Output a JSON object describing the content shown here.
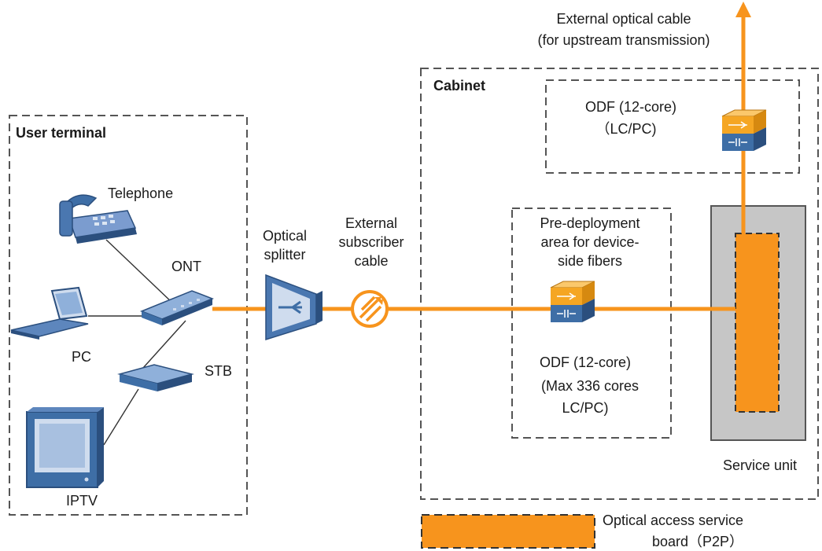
{
  "colors": {
    "fiber": "#f7941d",
    "device_blue": "#3e6ea6",
    "device_dark": "#2b4f7e",
    "odf_top": "#f5a623",
    "service_unit_fill": "#c6c6c6",
    "border_dash": "#555555"
  },
  "user_terminal": {
    "title": "User terminal",
    "telephone_label": "Telephone",
    "ont_label": "ONT",
    "pc_label": "PC",
    "stb_label": "STB",
    "iptv_label": "IPTV"
  },
  "splitter": {
    "label_line1": "Optical",
    "label_line2": "splitter"
  },
  "subscriber_cable": {
    "label_line1": "External",
    "label_line2": "subscriber",
    "label_line3": "cable"
  },
  "cabinet": {
    "title": "Cabinet",
    "odf_top_line1": "ODF (12-core)",
    "odf_top_line2": "（LC/PC)",
    "pre_deploy_line1": "Pre-deployment",
    "pre_deploy_line2": "area for device-",
    "pre_deploy_line3": "side fibers",
    "odf_main_line1": "ODF (12-core)",
    "odf_main_line2": "(Max 336 cores",
    "odf_main_line3": "LC/PC)",
    "service_unit_label": "Service unit"
  },
  "external_cable": {
    "label_line1": "External optical cable",
    "label_line2": "(for upstream transmission)"
  },
  "legend": {
    "label_line1": "Optical access service",
    "label_line2": "board（P2P）"
  },
  "icons": [
    "telephone-icon",
    "laptop-icon",
    "ont-icon",
    "stb-icon",
    "tv-icon",
    "splitter-icon",
    "cable-reel-icon",
    "odf-icon",
    "arrow-up-icon"
  ]
}
